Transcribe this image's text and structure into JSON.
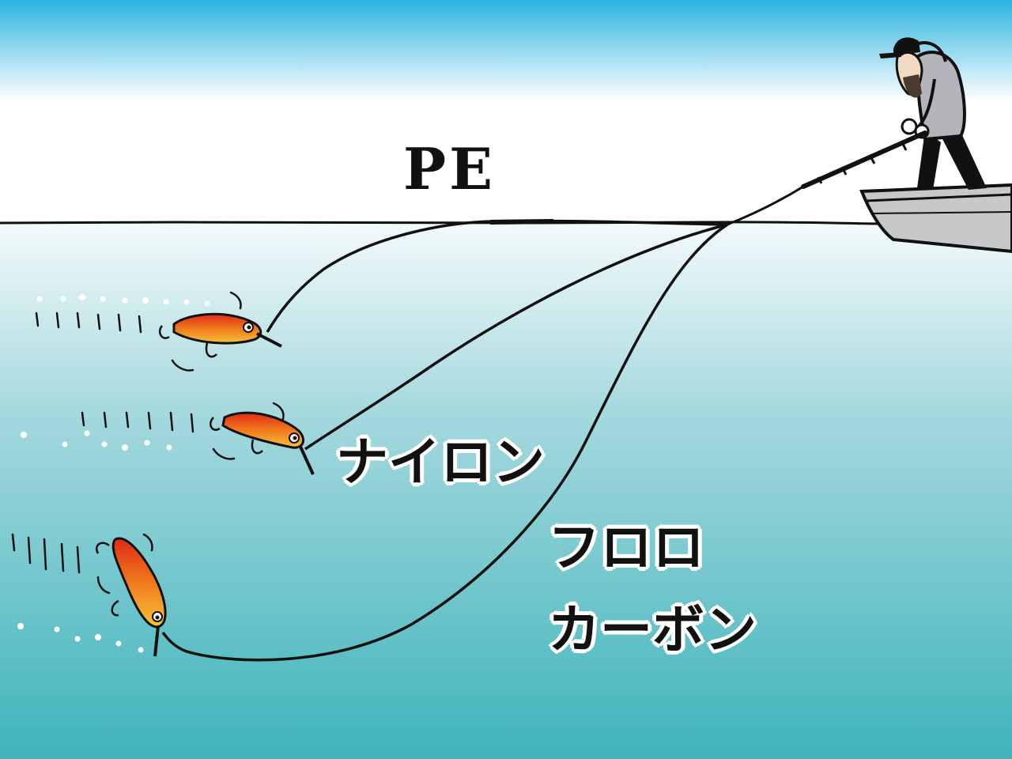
{
  "labels": {
    "pe": "PE",
    "nylon": "ナイロン",
    "fluoro_line1": "フロロ",
    "fluoro_line2": "カーボン"
  },
  "colors": {
    "sky_top": "#2bb3df",
    "sky_white": "#ffffff",
    "water_top": "#e9f6f7",
    "water_bottom": "#3fb4bb",
    "line": "#111111",
    "lure_body": "#f0a020",
    "lure_stripe": "#e0321c",
    "boat": "#c6c8ca",
    "jacket": "#b3b5b8"
  }
}
